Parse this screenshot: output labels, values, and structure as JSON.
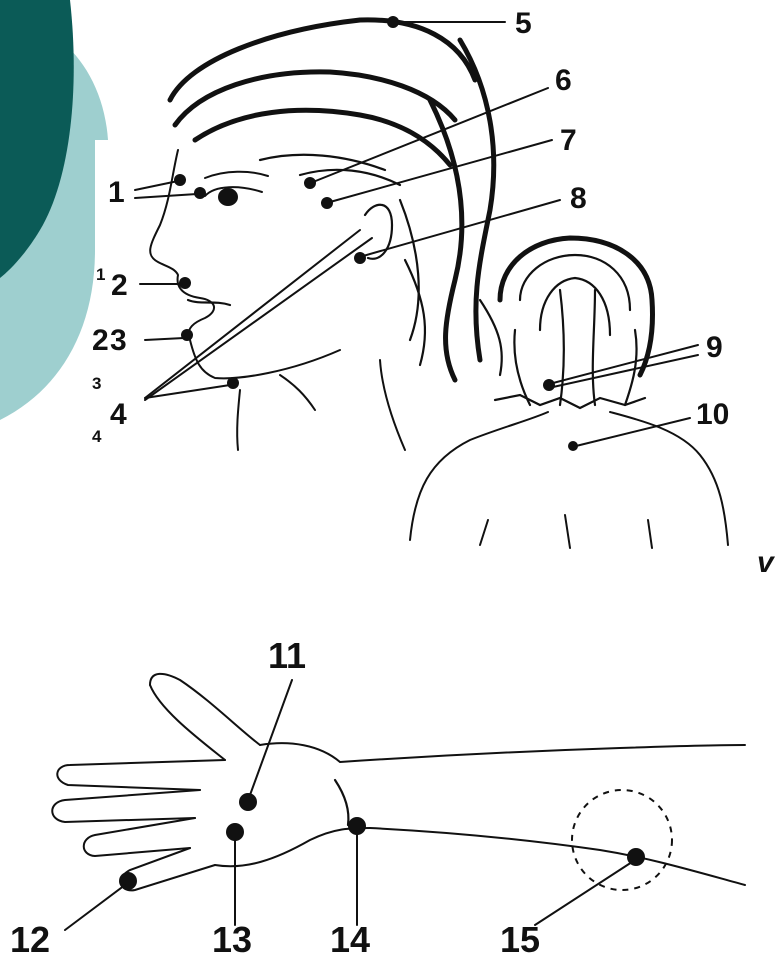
{
  "diagram": {
    "colors": {
      "background": "#ffffff",
      "ink": "#111111",
      "deco_dark": "#0b5b57",
      "deco_light": "#9ecfcf"
    },
    "labels": {
      "l1": "1",
      "l2a": "1",
      "l2b": "2",
      "l3a": "2",
      "l3b": "3",
      "l3c": "3",
      "l4": "4",
      "l4b": "4",
      "l5": "5",
      "l6": "6",
      "l7": "7",
      "l8": "8",
      "l9": "9",
      "l10": "10",
      "l11": "11",
      "l12": "12",
      "l13": "13",
      "l14": "14",
      "l15": "15",
      "edge_text": "v"
    }
  }
}
